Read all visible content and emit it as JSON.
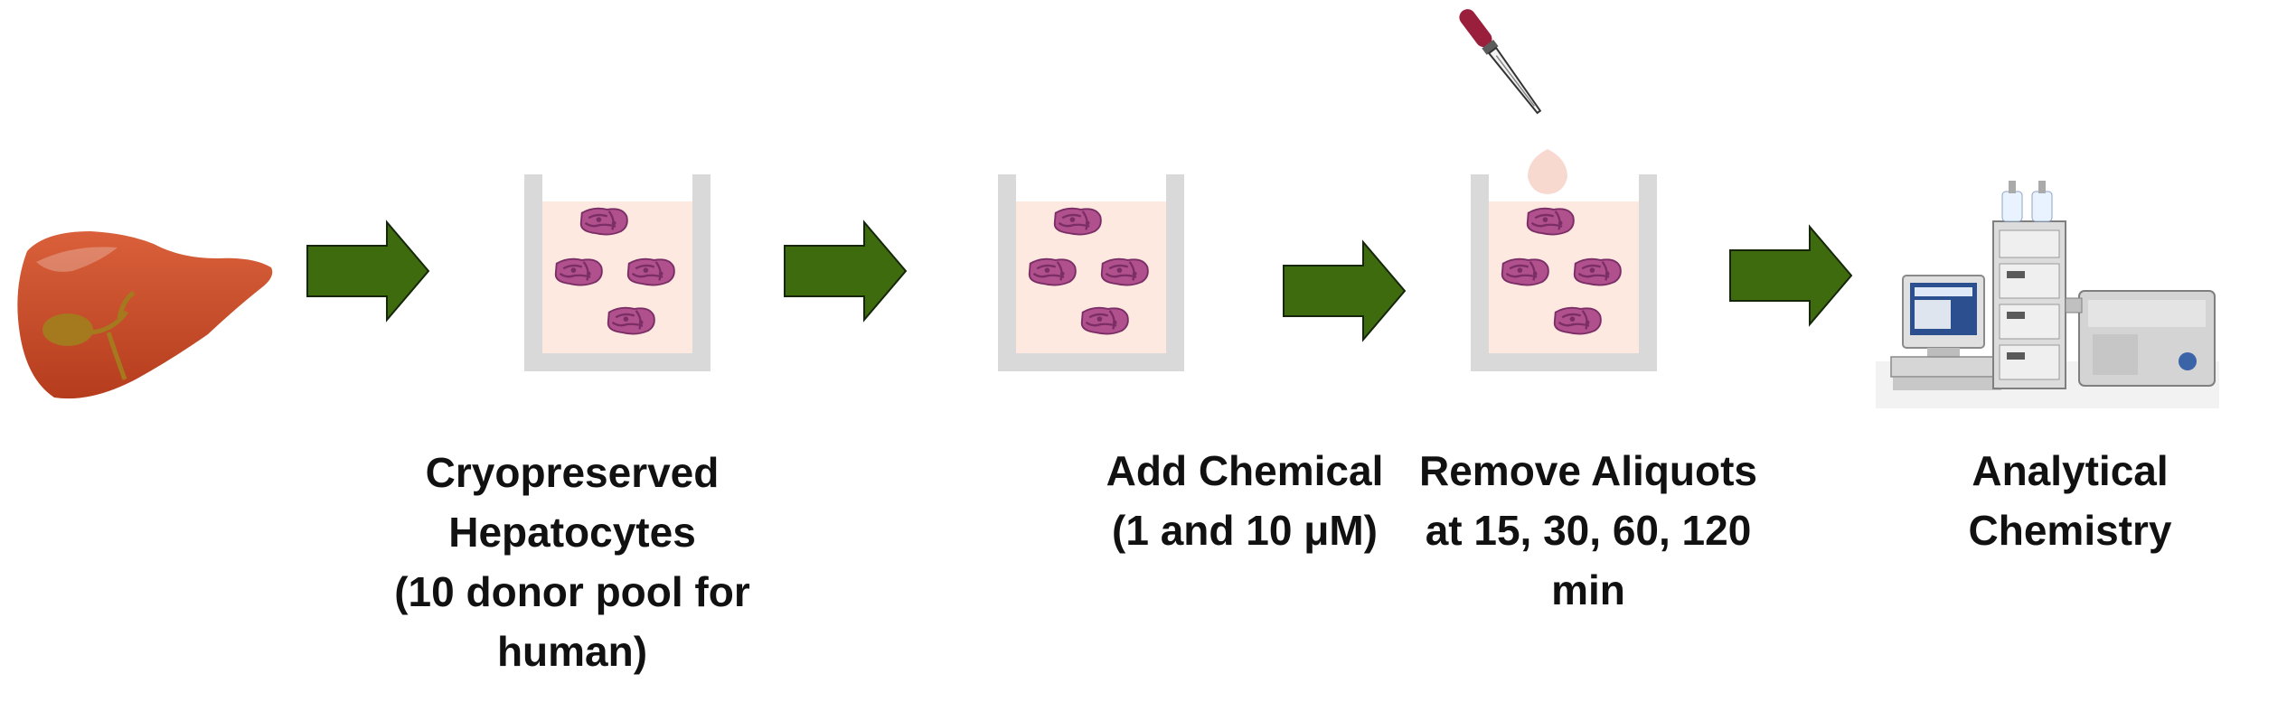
{
  "colors": {
    "arrow_fill": "#3f6b0f",
    "arrow_stroke": "#16260a",
    "well_wall": "#d9d9d9",
    "medium": "#fde9e0",
    "cell": "#b0508d",
    "cell_dark": "#7b2e66",
    "liver": "#b53d1e",
    "liver_light": "#d9603a",
    "gallbladder": "#a57a1e",
    "dropper_bulb": "#9a1f3c",
    "drop": "#f8d9cf",
    "instrument": "#e6e6e6"
  },
  "icons": {
    "liver": "liver-icon",
    "dropper": "dropper-icon",
    "instrument": "analytical-instrument-icon"
  },
  "steps": [
    {
      "name": "liver-source",
      "caption_lines": []
    },
    {
      "name": "hepatocytes-well",
      "caption_lines": [
        "Cryopreserved",
        "Hepatocytes",
        "(10 donor pool for",
        "human)"
      ]
    },
    {
      "name": "chemical-well",
      "caption_lines": [
        "Add Chemical",
        "(1 and 10 μM)"
      ]
    },
    {
      "name": "aliquot-well",
      "caption_lines": [
        "Remove Aliquots",
        "at 15, 30, 60, 120",
        "min"
      ]
    },
    {
      "name": "analytical-chemistry",
      "caption_lines": [
        "Analytical",
        "Chemistry"
      ]
    }
  ],
  "arrow_count": 4
}
